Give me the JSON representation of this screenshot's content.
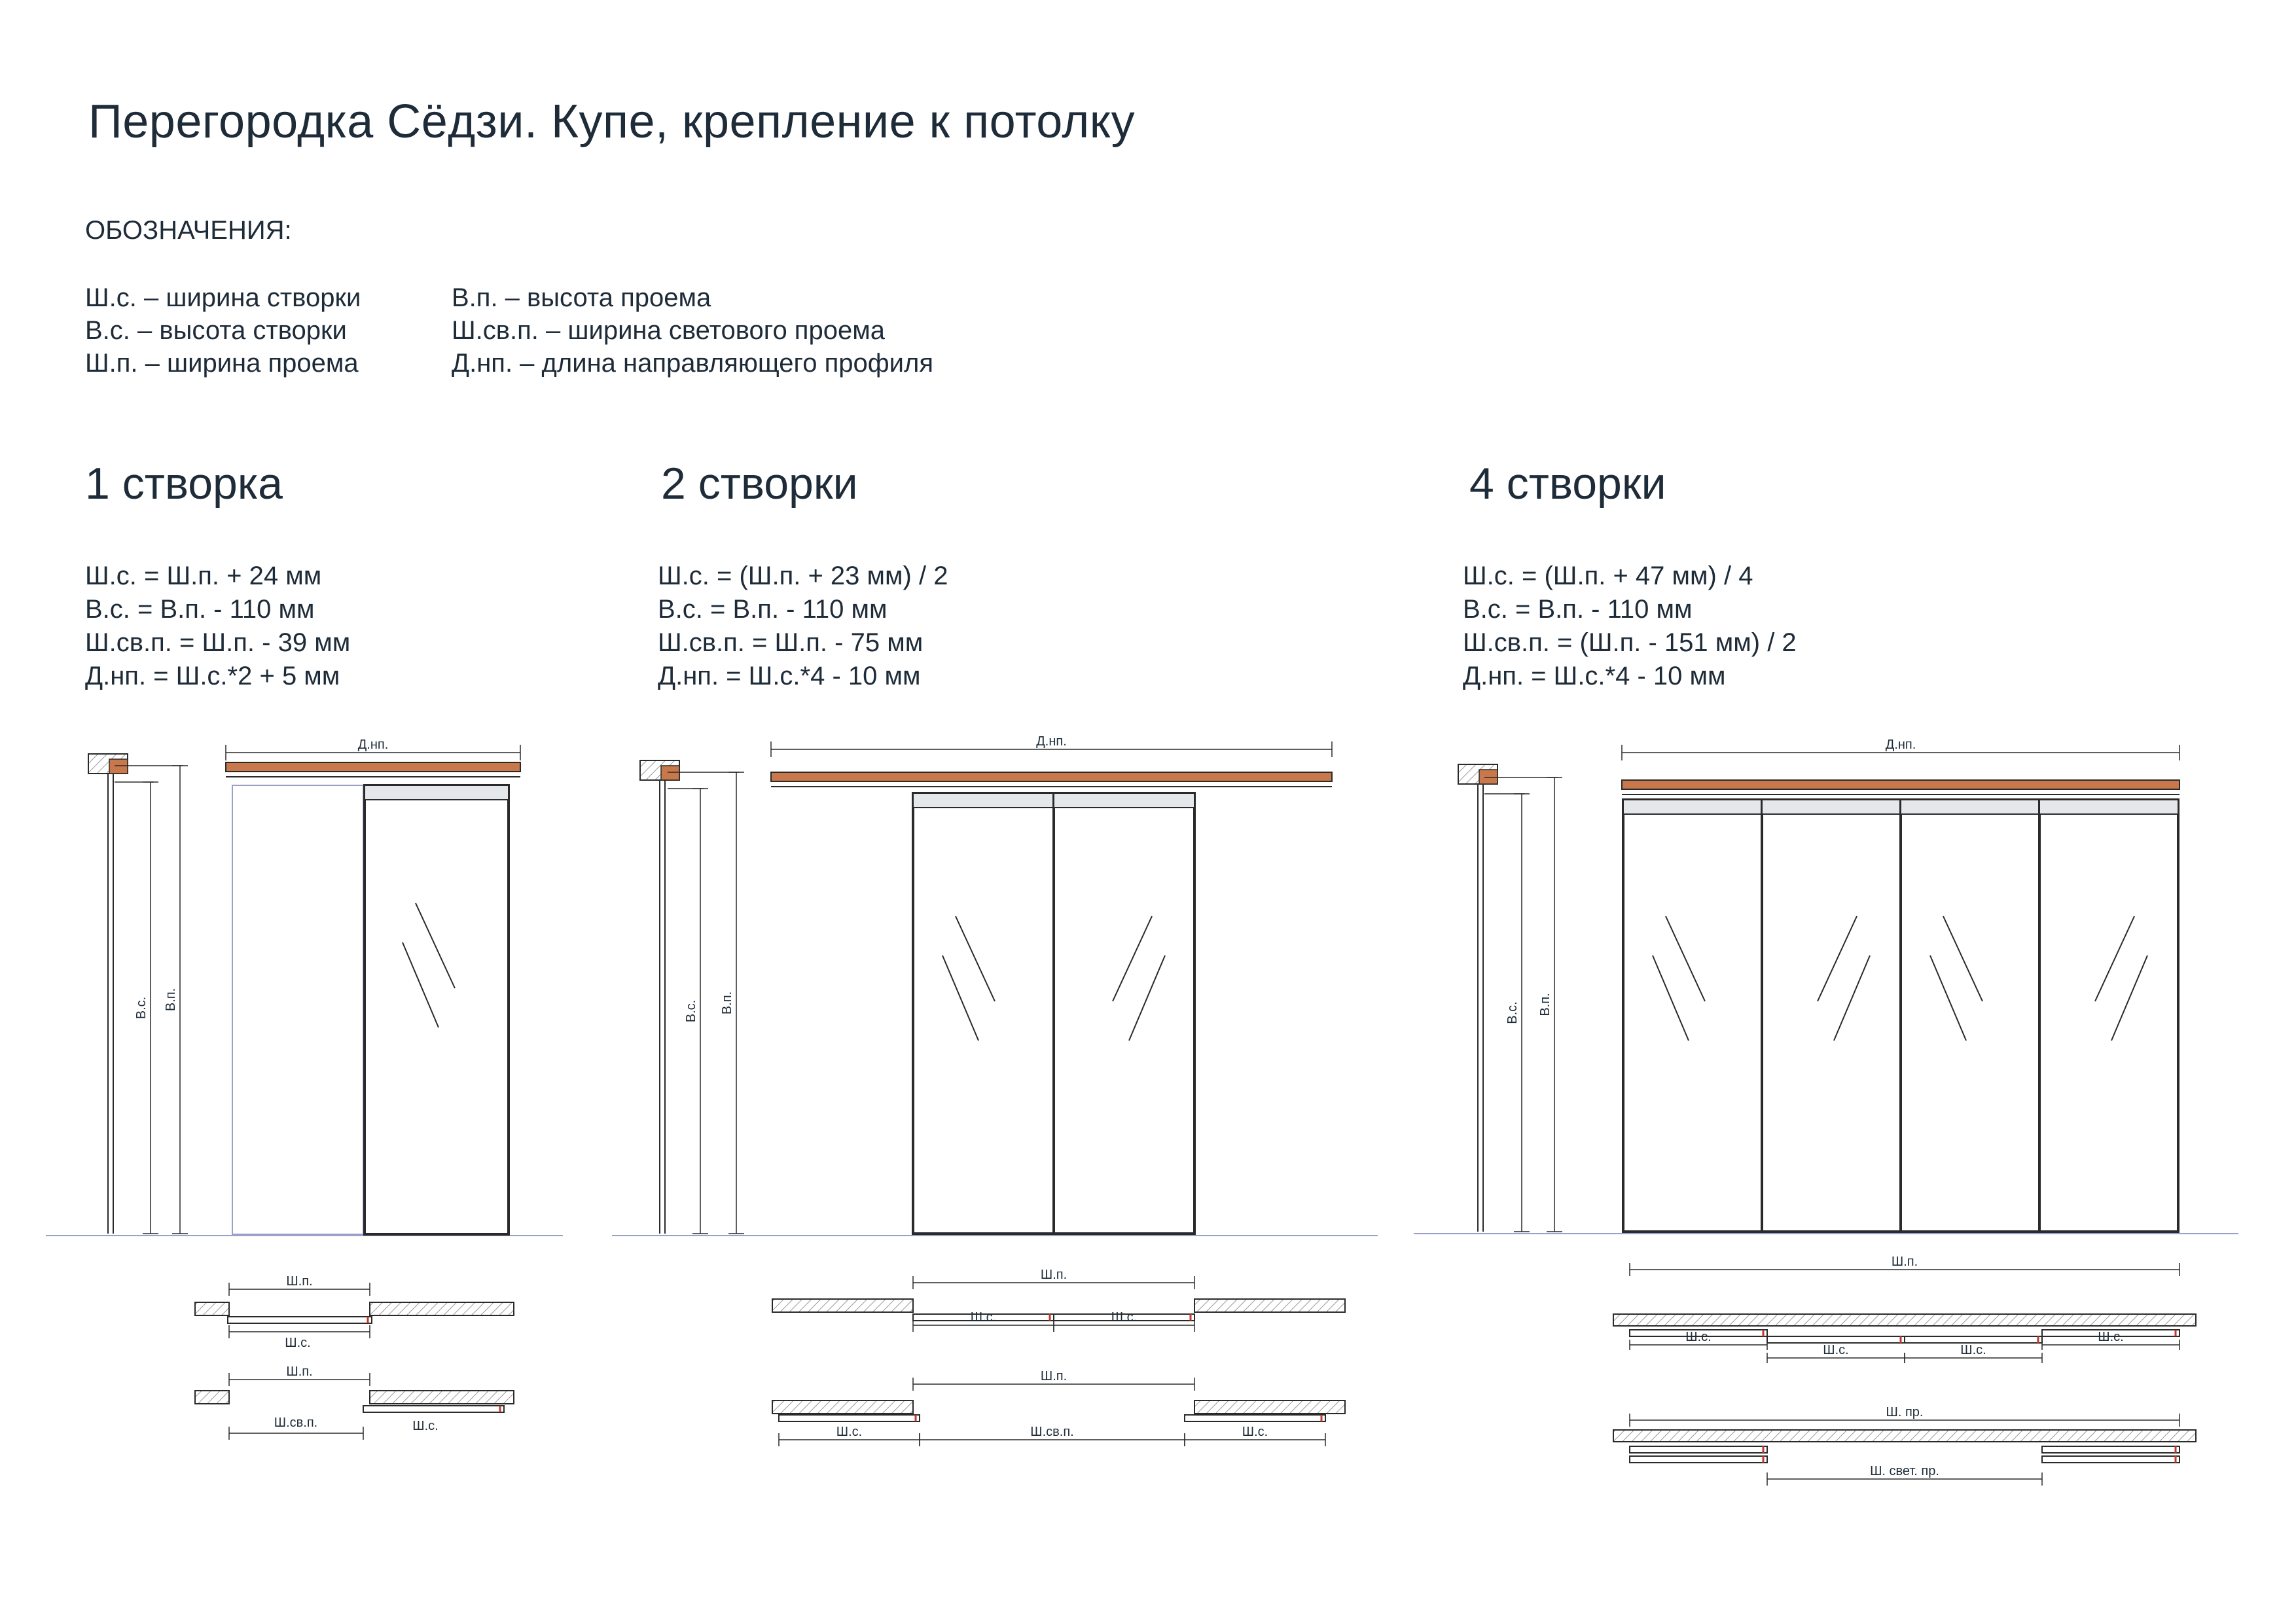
{
  "title": "Перегородка Сёдзи. Купе, крепление к потолку",
  "legend": {
    "heading": "ОБОЗНАЧЕНИЯ:",
    "left": [
      "Ш.с. – ширина створки",
      "В.с. – высота створки",
      "Ш.п. – ширина проема"
    ],
    "right": [
      "В.п. – высота проема",
      "Ш.св.п. – ширина светового проема",
      "Д.нп. – длина направляющего профиля"
    ]
  },
  "sections": [
    {
      "title": "1 створка",
      "formulas": [
        "Ш.с. = Ш.п. + 24 мм",
        "В.с. = В.п. - 110 мм",
        "Ш.св.п. = Ш.п. - 39 мм",
        "Д.нп. = Ш.с.*2 + 5 мм"
      ]
    },
    {
      "title": "2 створки",
      "formulas": [
        "Ш.с. = (Ш.п. + 23 мм) / 2",
        "В.с. = В.п. - 110 мм",
        "Ш.св.п. = Ш.п. - 75 мм",
        "Д.нп. = Ш.с.*4 - 10 мм"
      ]
    },
    {
      "title": "4 створки",
      "formulas": [
        "Ш.с. = (Ш.п. + 47 мм) / 4",
        "В.с. = В.п. - 110 мм",
        "Ш.св.п. = (Ш.п. - 151 мм) / 2",
        "Д.нп. = Ш.с.*4 - 10 мм"
      ]
    }
  ],
  "dimension_labels": {
    "guide_length": "Д.нп.",
    "leaf_height": "В.с.",
    "opening_height": "В.п.",
    "opening_width": "Ш.п.",
    "leaf_width": "Ш.с.",
    "light_width": "Ш.св.п.",
    "opening_width_alt": "Ш. пр.",
    "light_width_alt": "Ш. свет. пр."
  },
  "colors": {
    "text": "#1e2b38",
    "rail": "#c8784a",
    "line": "#2a2a2a",
    "floor": "#9aa0c8",
    "hatch": "#888888"
  }
}
